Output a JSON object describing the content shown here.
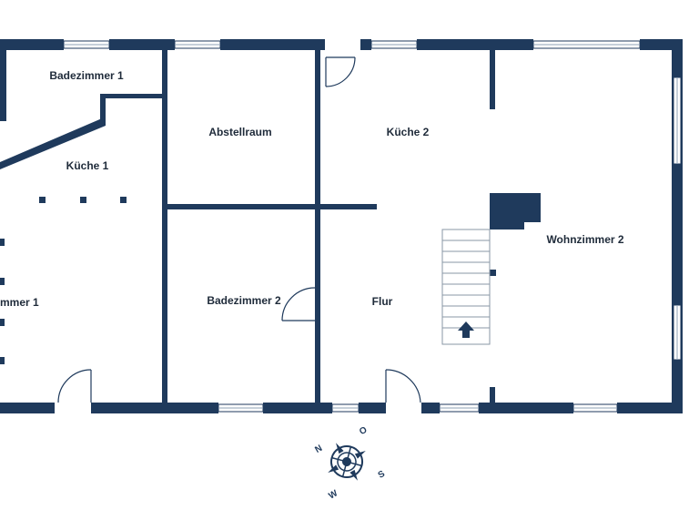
{
  "plan": {
    "rooms": [
      {
        "id": "badezimmer-1",
        "label": "Badezimmer 1"
      },
      {
        "id": "abstellraum",
        "label": "Abstellraum"
      },
      {
        "id": "kueche-2",
        "label": "Küche 2"
      },
      {
        "id": "kueche-1",
        "label": "Küche 1"
      },
      {
        "id": "wohnzimmer-2",
        "label": "Wohnzimmer 2"
      },
      {
        "id": "wohnzimmer-1",
        "label": "mmer 1"
      },
      {
        "id": "badezimmer-2",
        "label": "Badezimmer 2"
      },
      {
        "id": "flur",
        "label": "Flur"
      }
    ],
    "colors": {
      "wall": "#1f3a5c",
      "background": "#ffffff"
    }
  },
  "compass": {
    "north": "N",
    "east": "O",
    "south": "S",
    "west": "W",
    "icon": "compass-rose-icon"
  }
}
